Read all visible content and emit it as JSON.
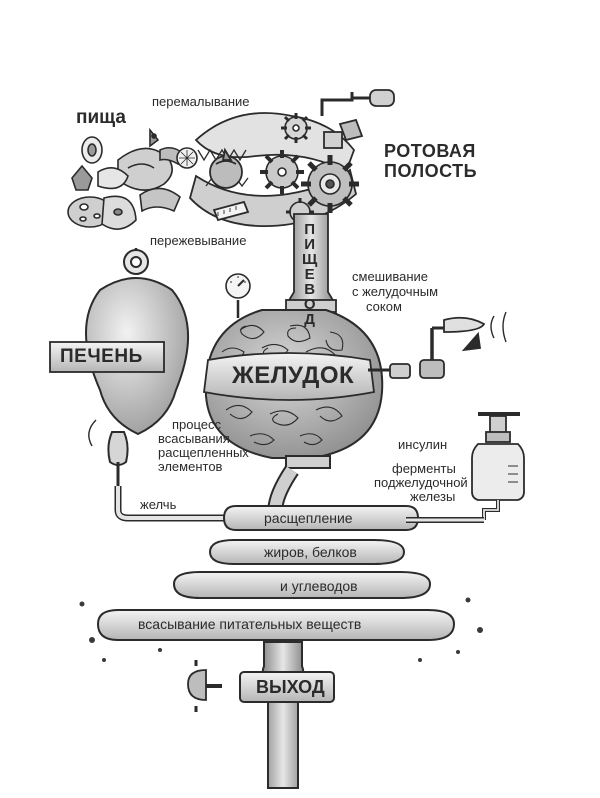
{
  "labels": {
    "food": "пища",
    "grinding": "перемалывание",
    "chewing": "пережевывание",
    "oral_cavity_1": "РОТОВАЯ",
    "oral_cavity_2": "ПОЛОСТЬ",
    "esophagus": "ПИЩЕВОД",
    "mixing_1": "смешивание",
    "mixing_2": "с желудочным",
    "mixing_3": "соком",
    "liver": "ПЕЧЕНЬ",
    "stomach": "ЖЕЛУДОК",
    "absorption_1": "процесс",
    "absorption_2": "всасывания",
    "absorption_3": "расщепленных",
    "absorption_4": "элементов",
    "insulin": "инсулин",
    "enzymes_1": "ферменты",
    "enzymes_2": "поджелудочной",
    "enzymes_3": "железы",
    "bile": "желчь",
    "intestine_1": "расщепление",
    "intestine_2": "жиров, белков",
    "intestine_3": "и углеводов",
    "intestine_4": "всасывание питательных веществ",
    "exit": "ВЫХОД"
  },
  "esophagus_letters": [
    "П",
    "И",
    "Щ",
    "Е",
    "В",
    "О",
    "Д"
  ],
  "colors": {
    "ink": "#2b2b2b",
    "fill_light": "#e8e8e8",
    "fill_mid": "#c8c8c8",
    "fill_dark": "#9a9a9a"
  }
}
